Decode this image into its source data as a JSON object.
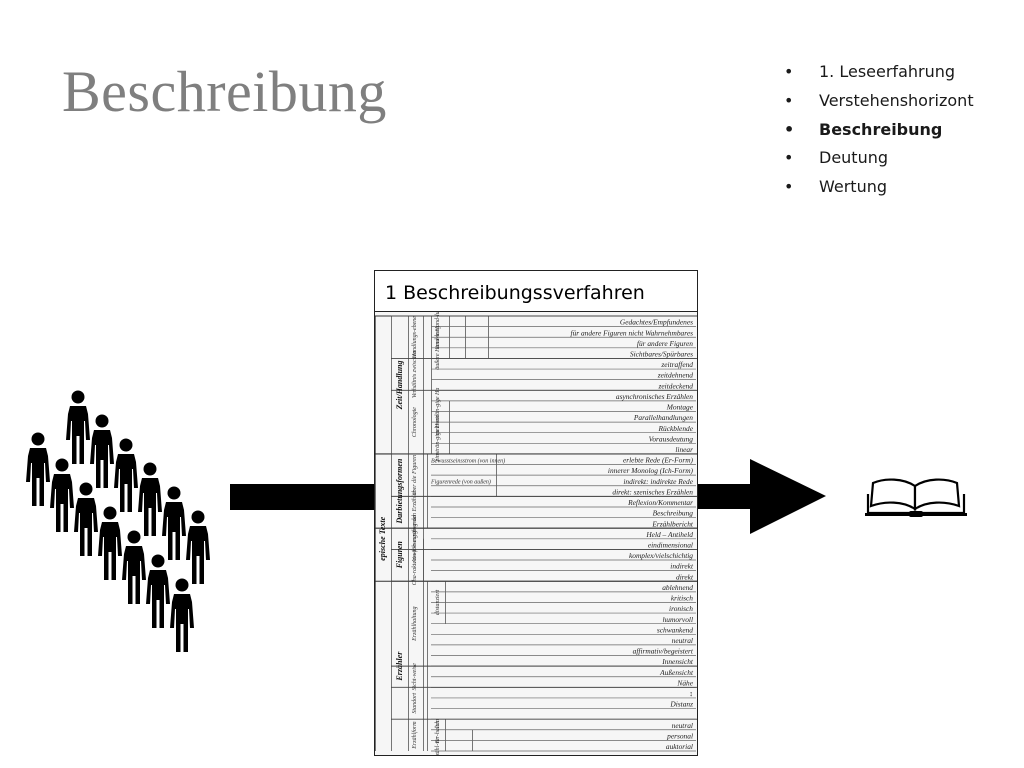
{
  "slide": {
    "title": "Beschreibung"
  },
  "nav": {
    "items": [
      {
        "label": "1. Leseerfahrung",
        "active": false
      },
      {
        "label": "Verstehenshorizont",
        "active": false
      },
      {
        "label": "Beschreibung",
        "active": true
      },
      {
        "label": "Deutung",
        "active": false
      },
      {
        "label": "Wertung",
        "active": false
      }
    ]
  },
  "table": {
    "header": "1 Beschreibungssverfahren",
    "main_label": "epische Texte",
    "groups": [
      {
        "label": "Zeit/Handlung",
        "rows": [
          0,
          13
        ]
      },
      {
        "label": "Darbietungsformen",
        "rows": [
          13,
          20
        ]
      },
      {
        "label": "Figuren",
        "rows": [
          20,
          25
        ]
      },
      {
        "label": "Erzähler",
        "rows": [
          25,
          41
        ]
      }
    ],
    "subcategories": [
      {
        "label": "Handlungs-ebene",
        "rows": [
          0,
          4
        ]
      },
      {
        "label": "Verhältnis zwischen Erzählzeit und erzählter Zeit",
        "rows": [
          4,
          7
        ]
      },
      {
        "label": "Chronologie",
        "rows": [
          7,
          13
        ]
      },
      {
        "label": "über die Figuren",
        "rows": [
          13,
          17
        ]
      },
      {
        "label": "über den Erzähler",
        "rows": [
          17,
          20
        ]
      },
      {
        "label": "Aus-füh-rungs-grad",
        "rows": [
          20,
          22
        ]
      },
      {
        "label": "Cha-rakteri-sie-rung",
        "rows": [
          22,
          24
        ]
      },
      {
        "label": "Erzählhaltung",
        "rows": [
          25,
          33
        ]
      },
      {
        "label": "Sicht-weise",
        "rows": [
          33,
          35
        ]
      },
      {
        "label": "Standort",
        "rows": [
          35,
          38
        ]
      },
      {
        "label": "Erzählform",
        "rows": [
          38,
          41
        ]
      }
    ],
    "detail_labels": [
      {
        "label": "innere Hand-lung",
        "rows": [
          0,
          2
        ]
      },
      {
        "label": "äußere Hand-lung",
        "rows": [
          2,
          4
        ]
      },
      {
        "label": "mehr-strän-gige Hand-lung",
        "rows": [
          8,
          10
        ]
      },
      {
        "label": "einsträn-gige Handlung",
        "rows": [
          10,
          13
        ]
      },
      {
        "label": "Bewusstseinsstrom (von innen)",
        "rows": [
          13,
          15
        ]
      },
      {
        "label": "Figurenrede (von außen)",
        "rows": [
          15,
          17
        ]
      },
      {
        "label": "distanziert",
        "rows": [
          25,
          29
        ]
      },
      {
        "label": "Ich",
        "rows": [
          38,
          39
        ]
      },
      {
        "label": "Er",
        "rows": [
          39,
          41
        ]
      },
      {
        "label": "Erzähl-ver-halten",
        "rows": [
          39,
          41
        ]
      }
    ],
    "rows": [
      "Gedachtes/Empfundenes",
      "für andere Figuren nicht Wahrnehmbares",
      "für andere Figuren",
      "Sichtbares/Spürbares",
      "zeitraffend",
      "zeitdehnend",
      "zeitdeckend",
      "asynchronisches Erzählen",
      "Montage",
      "Parallelhandlungen",
      "Rückblende",
      "Vorausdeutung",
      "linear",
      "erlebte Rede (Er-Form)",
      "innerer Monolog (Ich-Form)",
      "indirekt: indirekte Rede",
      "direkt: szenisches Erzählen",
      "Reflexion/Kommentar",
      "Beschreibung",
      "Erzählbericht",
      "Held – Antiheld",
      "eindimensional",
      "komplex/vielschichtig",
      "indirekt",
      "direkt",
      "ablehnend",
      "kritisch",
      "ironisch",
      "humorvoll",
      "schwankend",
      "neutral",
      "affirmativ/begeistert",
      "Innensicht",
      "Außensicht",
      "Nähe",
      "↕",
      "Distanz",
      "",
      "neutral",
      "personal",
      "auktorial"
    ]
  }
}
